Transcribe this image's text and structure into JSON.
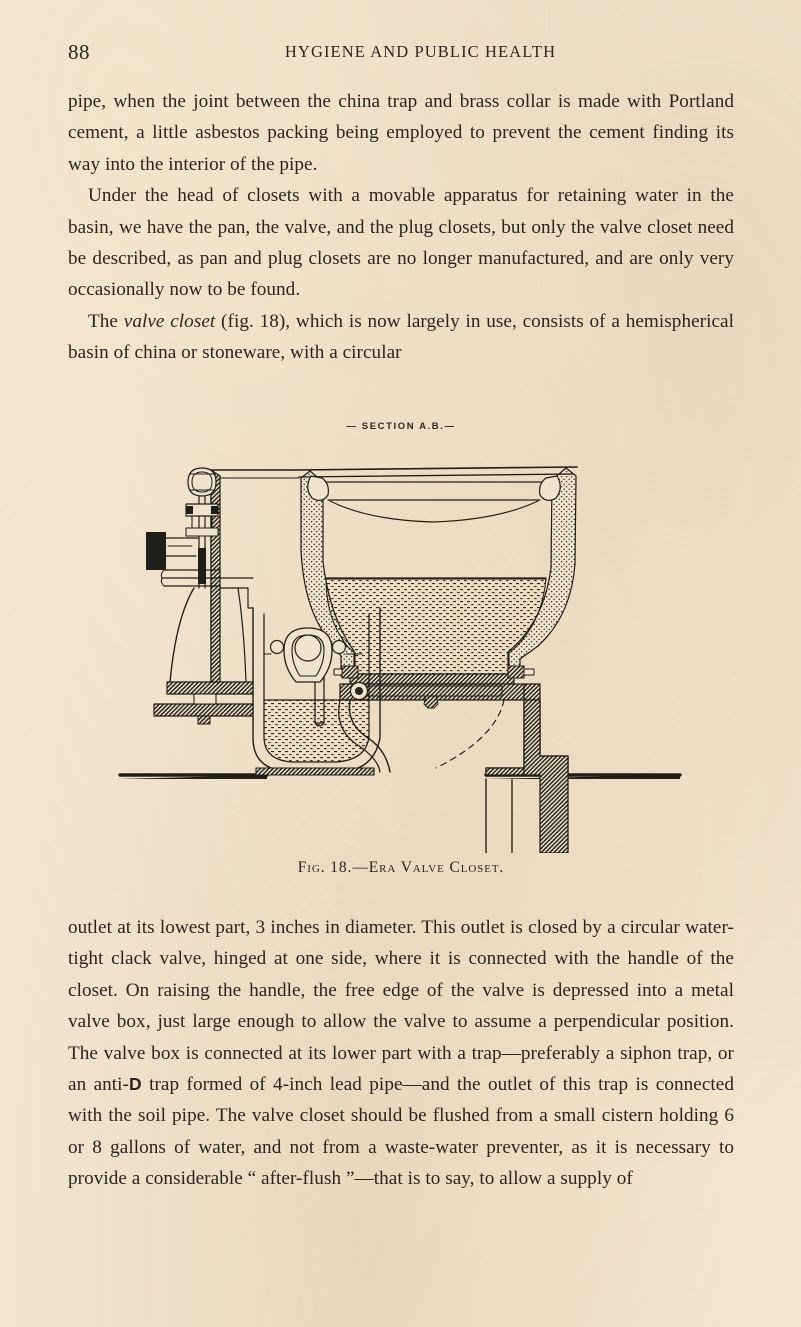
{
  "page": {
    "folio": "88",
    "running_title": "Hygiene and Public Health",
    "paper_color": "#f2e6d2",
    "ink_color": "#2a2520"
  },
  "body_top": {
    "paragraphs": [
      {
        "indent": false,
        "text": "pipe, when the joint between the china trap and brass collar is made with Portland cement, a little asbestos packing being employed to prevent the cement finding its way into the interior of the pipe."
      },
      {
        "indent": true,
        "text": "Under the head of closets with a movable apparatus for retaining water in the basin, we have the pan, the valve, and the plug closets, but only the valve closet need be described, as pan and plug closets are no longer manufactured, and are only very occasionally now to be found."
      }
    ],
    "valve_paragraph": {
      "indent": true,
      "lead": "The ",
      "italic": "valve closet",
      "tail": " (fig. 18), which is now largely in use, consists of a hemispherical basin of china or stoneware, with a circular"
    }
  },
  "figure": {
    "section_label": "— SECTION  A.B.—",
    "caption_prefix": "Fig. 18.",
    "caption_dash": "—",
    "caption_title": "Era Valve Closet.",
    "subject": "sectional-engraving-of-era-valve-closet",
    "line_color": "#211d19",
    "stipple_color": "#2b2620",
    "hatch_color": "#3a332b"
  },
  "body_bottom": {
    "paragraphs": [
      {
        "indent": false,
        "segments": [
          {
            "type": "text",
            "text": "outlet at its lowest part, 3 inches in diameter.  This outlet is closed by a circular water-tight clack valve, hinged at one side, where it is connected with the handle of the closet.  On raising the handle, the free edge of the valve is depressed into a metal valve box, just large enough to allow the valve to assume a perpendicular position.  The valve box is connected at its lower part with a trap—preferably a siphon trap, or an anti-"
          },
          {
            "type": "bold",
            "text": "D"
          },
          {
            "type": "text",
            "text": " trap formed of 4-inch lead pipe—and the outlet of this trap is connected with the soil pipe.  The valve closet should be flushed from a small cistern holding 6 or 8 gallons of water, and not from a waste-water preventer, as it is necessary to provide a considerable “ after-flush ”—that is to say, to allow a supply of"
          }
        ]
      }
    ]
  }
}
